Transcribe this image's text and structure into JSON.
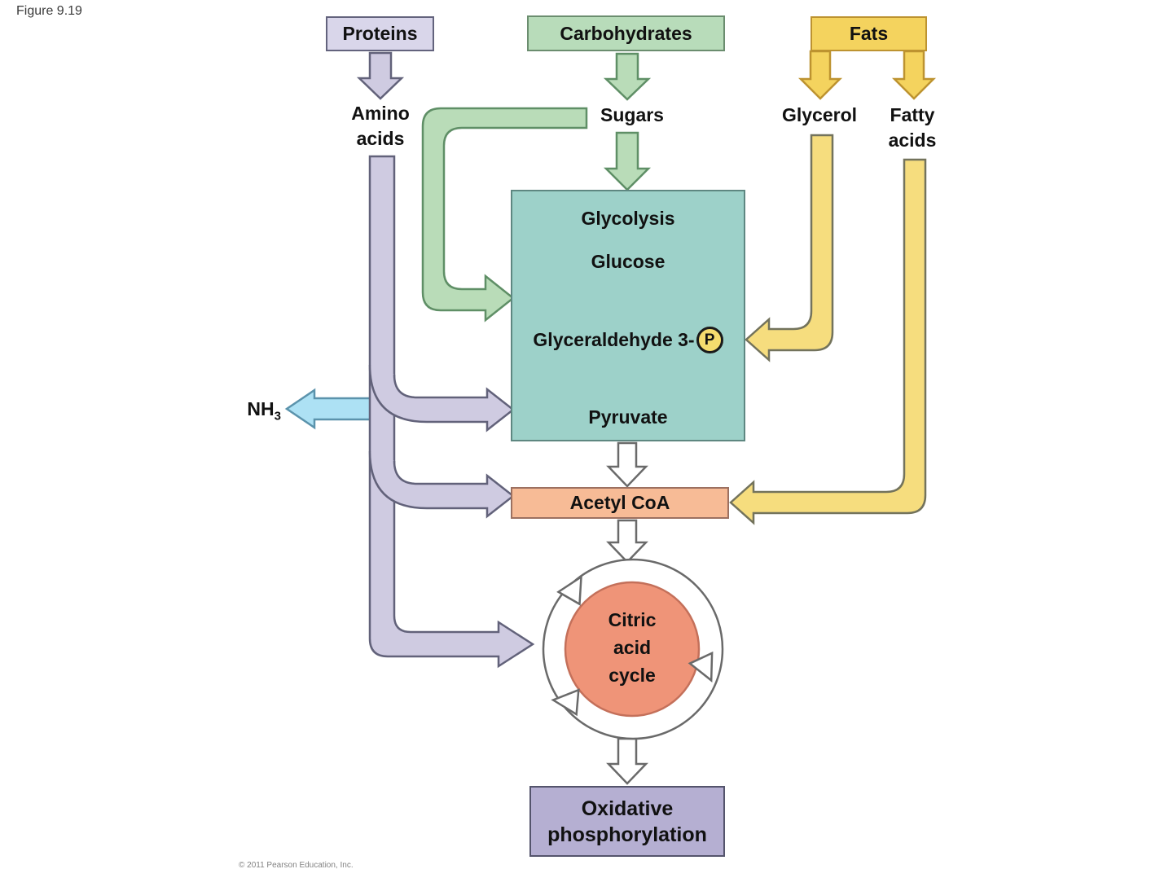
{
  "figure": {
    "label": "Figure 9.19",
    "copyright": "© 2011 Pearson Education, Inc."
  },
  "nodes": {
    "proteins": "Proteins",
    "carbohydrates": "Carbohydrates",
    "fats": "Fats",
    "amino_acids": {
      "line1": "Amino",
      "line2": "acids"
    },
    "sugars": "Sugars",
    "glycerol": "Glycerol",
    "fatty_acids": {
      "line1": "Fatty",
      "line2": "acids"
    },
    "nh3": {
      "base": "NH",
      "sub": "3"
    },
    "glycolysis": {
      "title": "Glycolysis",
      "step1": "Glucose",
      "step2": "Glyceraldehyde 3-",
      "step2_symbol": "P",
      "step3": "Pyruvate"
    },
    "acetyl_coa": "Acetyl CoA",
    "citric": {
      "line1": "Citric",
      "line2": "acid",
      "line3": "cycle"
    },
    "oxphos": {
      "line1": "Oxidative",
      "line2": "phosphorylation"
    }
  },
  "flows": [
    {
      "from": "Proteins",
      "to": "Amino acids"
    },
    {
      "from": "Carbohydrates",
      "to": "Sugars"
    },
    {
      "from": "Fats",
      "to": "Glycerol"
    },
    {
      "from": "Fats",
      "to": "Fatty acids"
    },
    {
      "from": "Sugars",
      "to": "Glycolysis (Glucose)"
    },
    {
      "from": "Amino acids",
      "to": "NH3"
    },
    {
      "from": "Amino acids",
      "to": "Pyruvate"
    },
    {
      "from": "Amino acids",
      "to": "Acetyl CoA"
    },
    {
      "from": "Amino acids",
      "to": "Citric acid cycle"
    },
    {
      "from": "Glycerol",
      "to": "Glyceraldehyde 3-P"
    },
    {
      "from": "Fatty acids",
      "to": "Acetyl CoA"
    },
    {
      "from": "Glucose",
      "to": "Glyceraldehyde 3-P"
    },
    {
      "from": "Glyceraldehyde 3-P",
      "to": "Pyruvate"
    },
    {
      "from": "Pyruvate",
      "to": "Acetyl CoA"
    },
    {
      "from": "Acetyl CoA",
      "to": "Citric acid cycle"
    },
    {
      "from": "Citric acid cycle",
      "to": "Oxidative phosphorylation"
    }
  ],
  "palette": {
    "proteins_fill": "#d9d6ea",
    "purple_arrow": "#cfcbe1",
    "oxphos_fill": "#b5afd2",
    "carbohydrates_fill": "#b8dcba",
    "green_arrow": "#b9dcb8",
    "fats_fill": "#f4d35e",
    "yellow_arrow": "#f6dd7e",
    "glycolysis_fill": "#9dd1c9",
    "acetyl_fill": "#f7bb96",
    "citric_fill": "#ef9478",
    "nh3_arrow": "#ade1f4",
    "p_circle_fill": "#f5dc6e",
    "white_arrow": "#ffffff"
  }
}
